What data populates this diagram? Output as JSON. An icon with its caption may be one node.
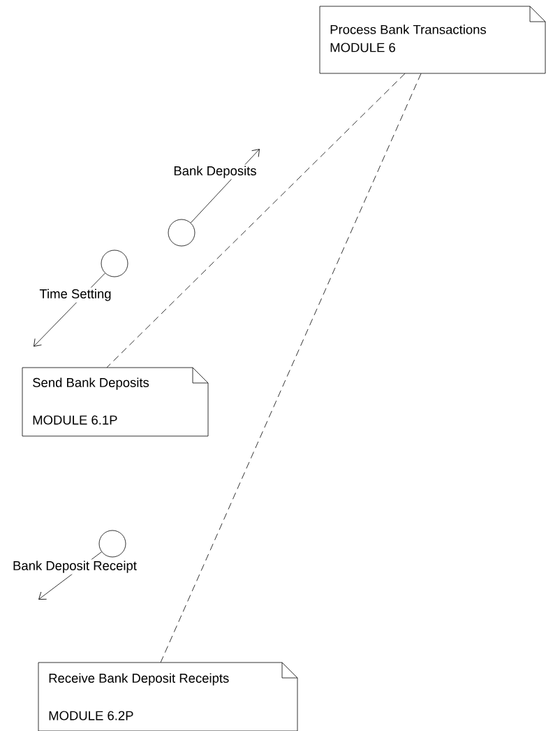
{
  "diagram": {
    "nodes": [
      {
        "text": [
          "Process Bank Transactions",
          "MODULE 6"
        ]
      },
      {
        "text": [
          "Send Bank Deposits",
          "MODULE 6.1P"
        ]
      },
      {
        "text": [
          "Receive Bank Deposit Receipts",
          "MODULE 6.2P"
        ]
      },
      {
        "text": [],
        "shape": "circle",
        "beside": [
          "Bank Deposits"
        ]
      },
      {
        "text": [],
        "shape": "circle",
        "beside": [
          "Time Setting"
        ]
      },
      {
        "text": [],
        "shape": "circle",
        "beside": [
          "Bank Deposit Receipt"
        ]
      }
    ],
    "edges": [
      {
        "from": 0,
        "to": 1,
        "arrow": "none",
        "style": "dashed"
      },
      {
        "from": 0,
        "to": 2,
        "arrow": "none",
        "style": "dashed"
      },
      {
        "from": 3,
        "to": null,
        "arrow": "to"
      },
      {
        "from": 4,
        "to": null,
        "arrow": "to"
      },
      {
        "from": 5,
        "to": null,
        "arrow": "to"
      }
    ]
  }
}
